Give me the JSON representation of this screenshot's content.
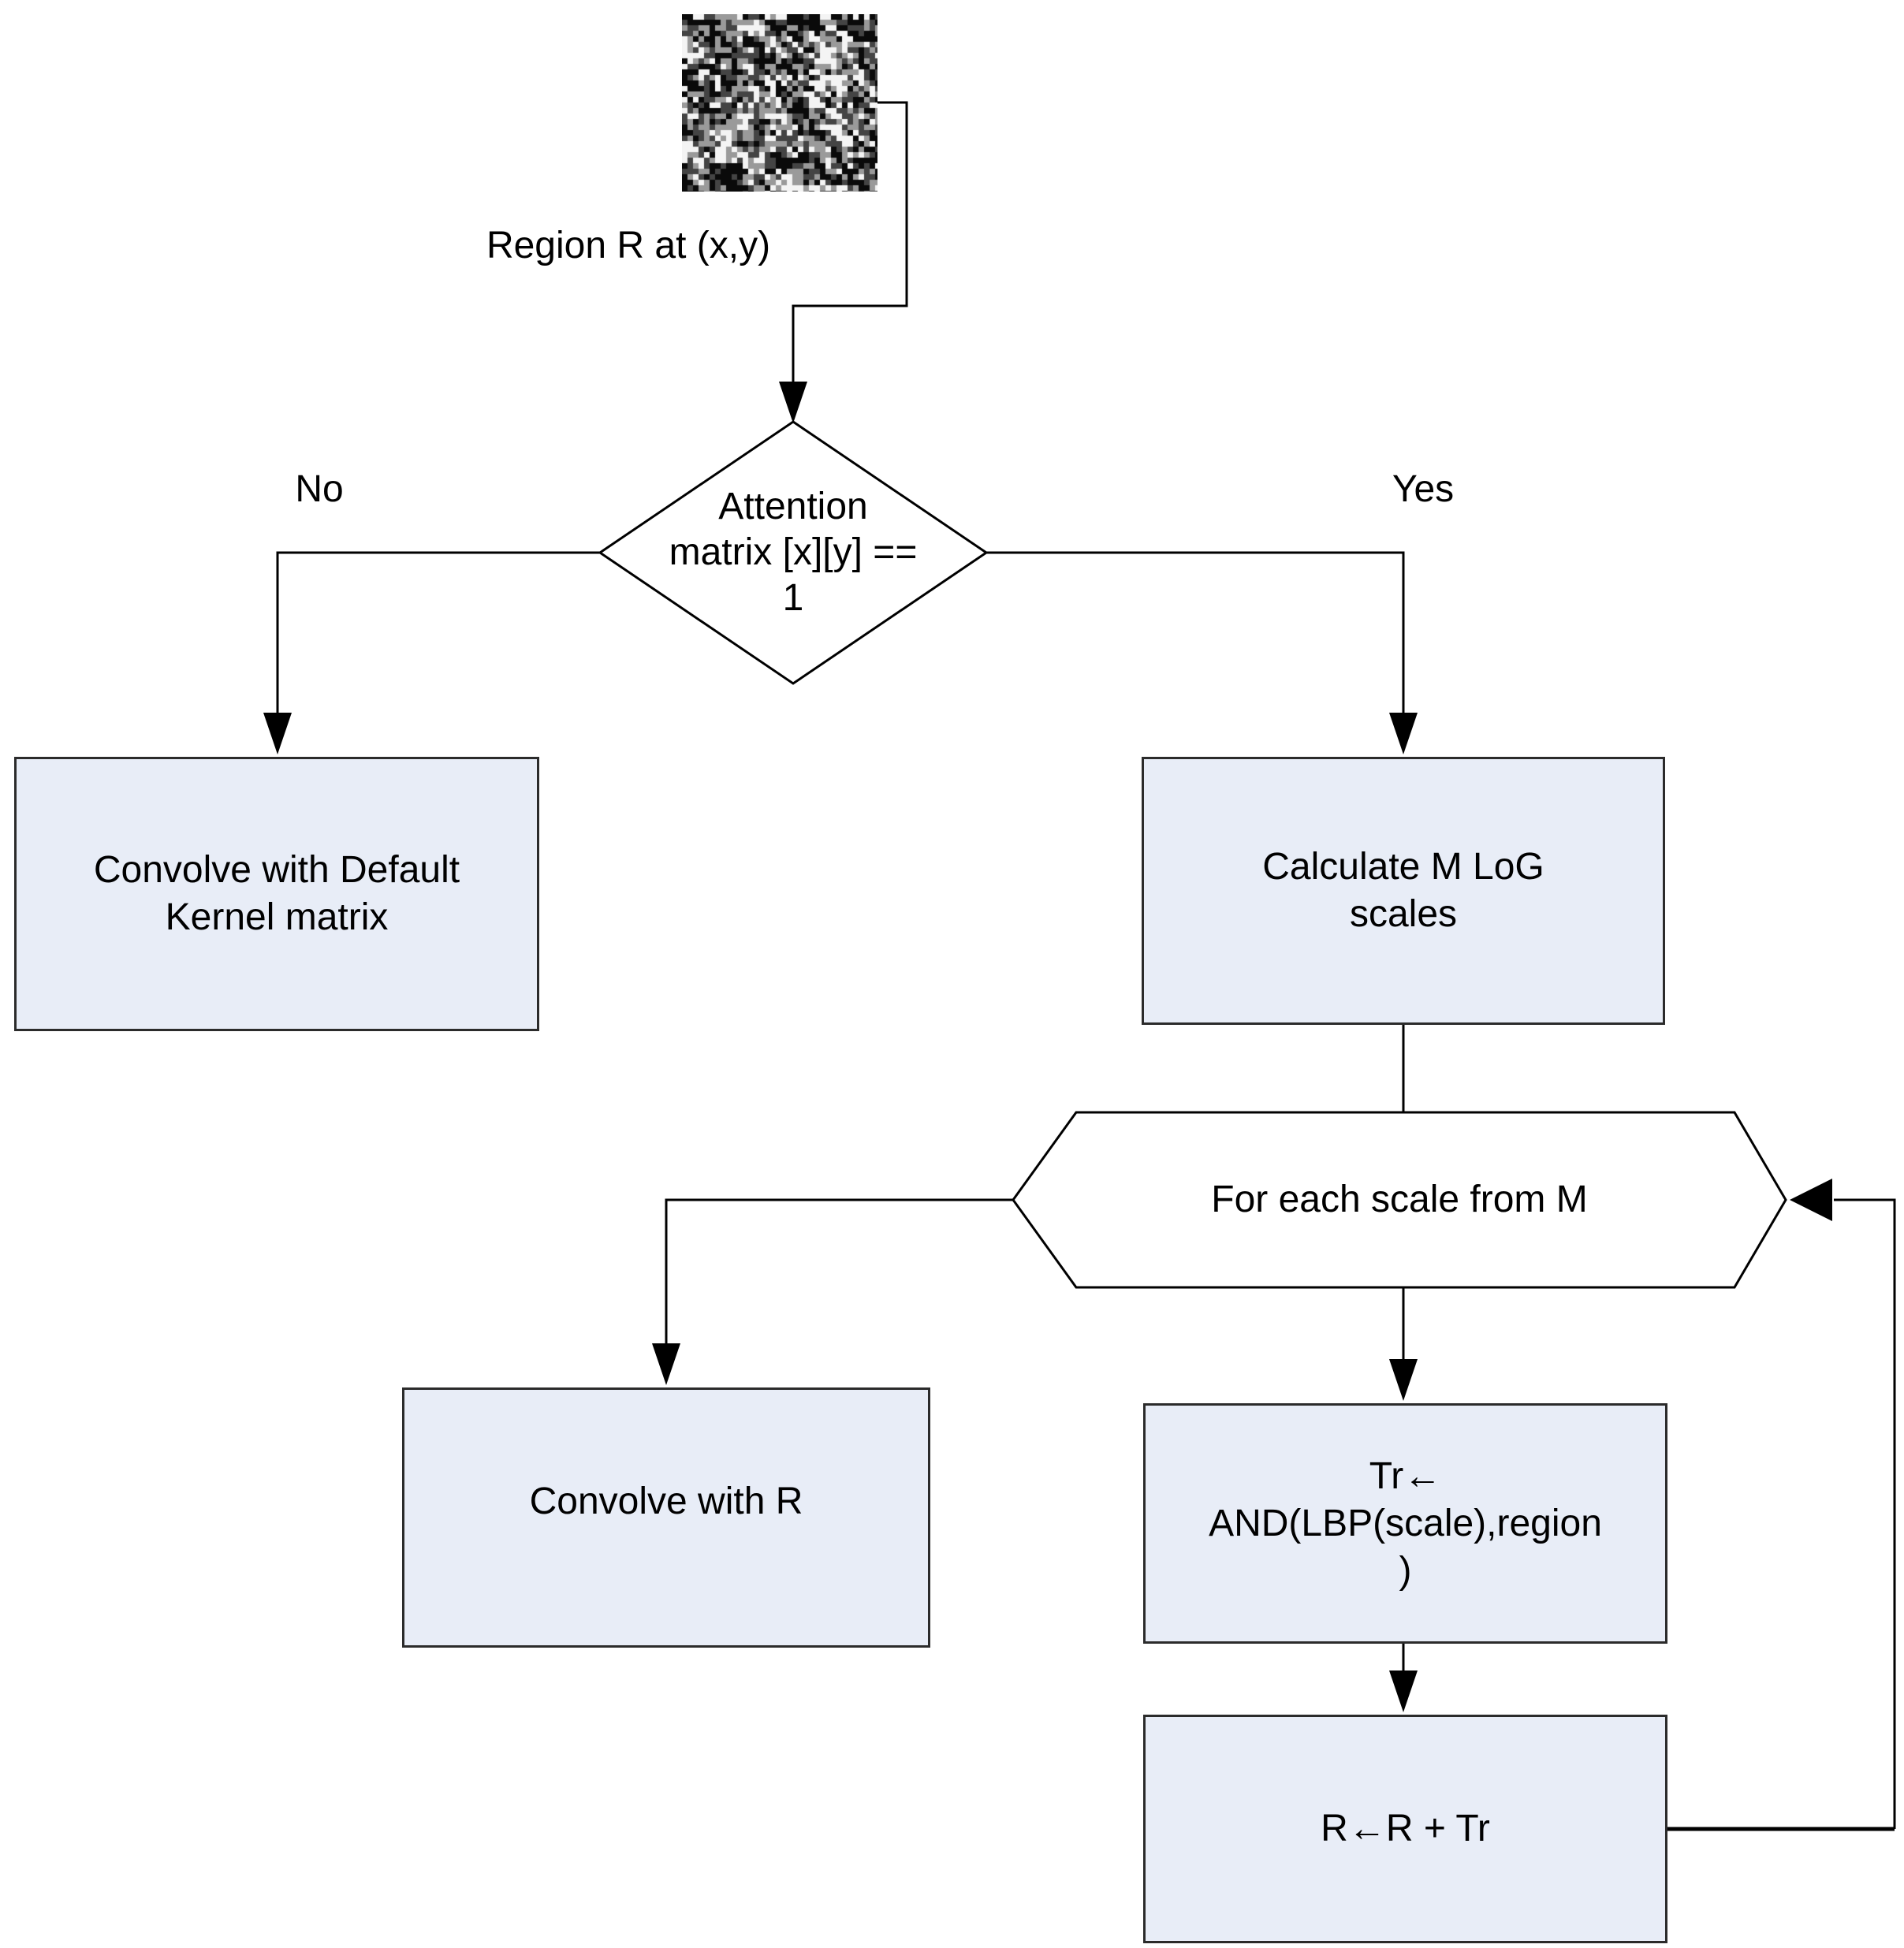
{
  "palette": {
    "background": "#FFFFFF",
    "box_fill": "#E8EDF7",
    "box_border": "#2B2B2B",
    "shape_fill": "#FFFFFF",
    "line_color": "#000000",
    "text_color": "#000000"
  },
  "flowchart": {
    "start": {
      "label": "Region R at (x,y)"
    },
    "decision": {
      "lines": [
        "Attention",
        "matrix [x][y] ==",
        "1"
      ],
      "no_label": "No",
      "yes_label": "Yes"
    },
    "no_branch": {
      "box_lines": [
        "Convolve with Default",
        "Kernel matrix"
      ]
    },
    "yes_branch": {
      "box_lines": [
        "Calculate M LoG",
        "scales"
      ]
    },
    "loop": {
      "header": "For each scale from M",
      "convolve_box": "Convolve with R",
      "and_box_lines": [
        "Tr←",
        "AND(LBP(scale),region",
        ")"
      ],
      "accumulate_box": "R←R + Tr"
    }
  }
}
